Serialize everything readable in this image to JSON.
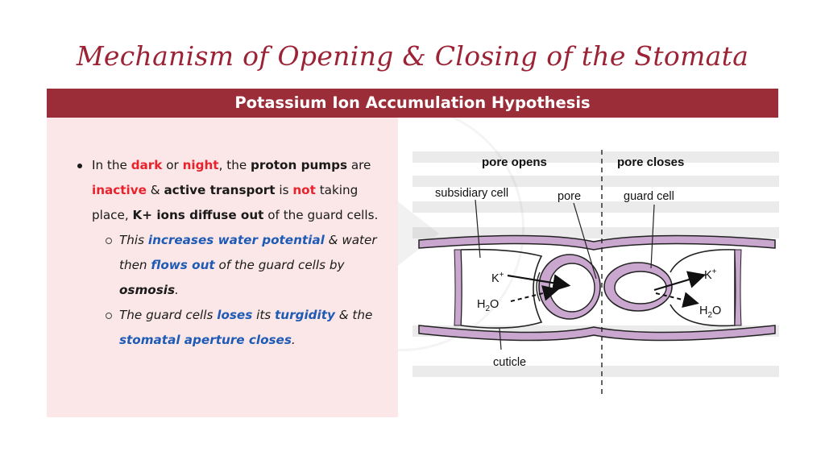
{
  "title": "Mechanism of Opening & Closing of the Stomata",
  "banner": "Potassium Ion Accumulation Hypothesis",
  "bullet": {
    "p1": "In the ",
    "w_dark": "dark",
    "p2": " or ",
    "w_night": "night",
    "p3": ", the ",
    "w_proton": "proton pumps",
    "p4": " are ",
    "w_inactive": "inactive",
    "p5": " & ",
    "w_active": "active transport",
    "p6": " is ",
    "w_not": "not",
    "p7": " taking place, ",
    "w_kions": "K+ ions diffuse out",
    "p8": " of the guard cells."
  },
  "sub1": {
    "p1": "This ",
    "w_increases": "increases water potential",
    "p2": " & water then ",
    "w_flows": "flows out",
    "p3": " of the guard cells by ",
    "w_osmosis": "osmosis",
    "p4": "."
  },
  "sub2": {
    "p1": "The guard cells ",
    "w_loses": "loses",
    "p2": " its ",
    "w_turgidity": "turgidity",
    "p3": " & the ",
    "w_aperture": "stomatal aperture closes",
    "p4": "."
  },
  "diagram": {
    "pore_opens": "pore opens",
    "pore_closes": "pore closes",
    "subsidiary_cell": "subsidiary cell",
    "pore": "pore",
    "guard_cell": "guard cell",
    "cuticle": "cuticle",
    "k_left": "K",
    "k_right": "K",
    "sup_plus": "+",
    "h2o_h": "H",
    "h2o_2": "2",
    "h2o_o": "O"
  },
  "colors": {
    "title": "#9b2335",
    "banner_bg": "#9b2d39",
    "panel_bg": "#fbe7e8",
    "emphasis_red": "#e8232b",
    "emphasis_blue": "#1f5bb5",
    "cell_fill": "#c9a7cf"
  }
}
